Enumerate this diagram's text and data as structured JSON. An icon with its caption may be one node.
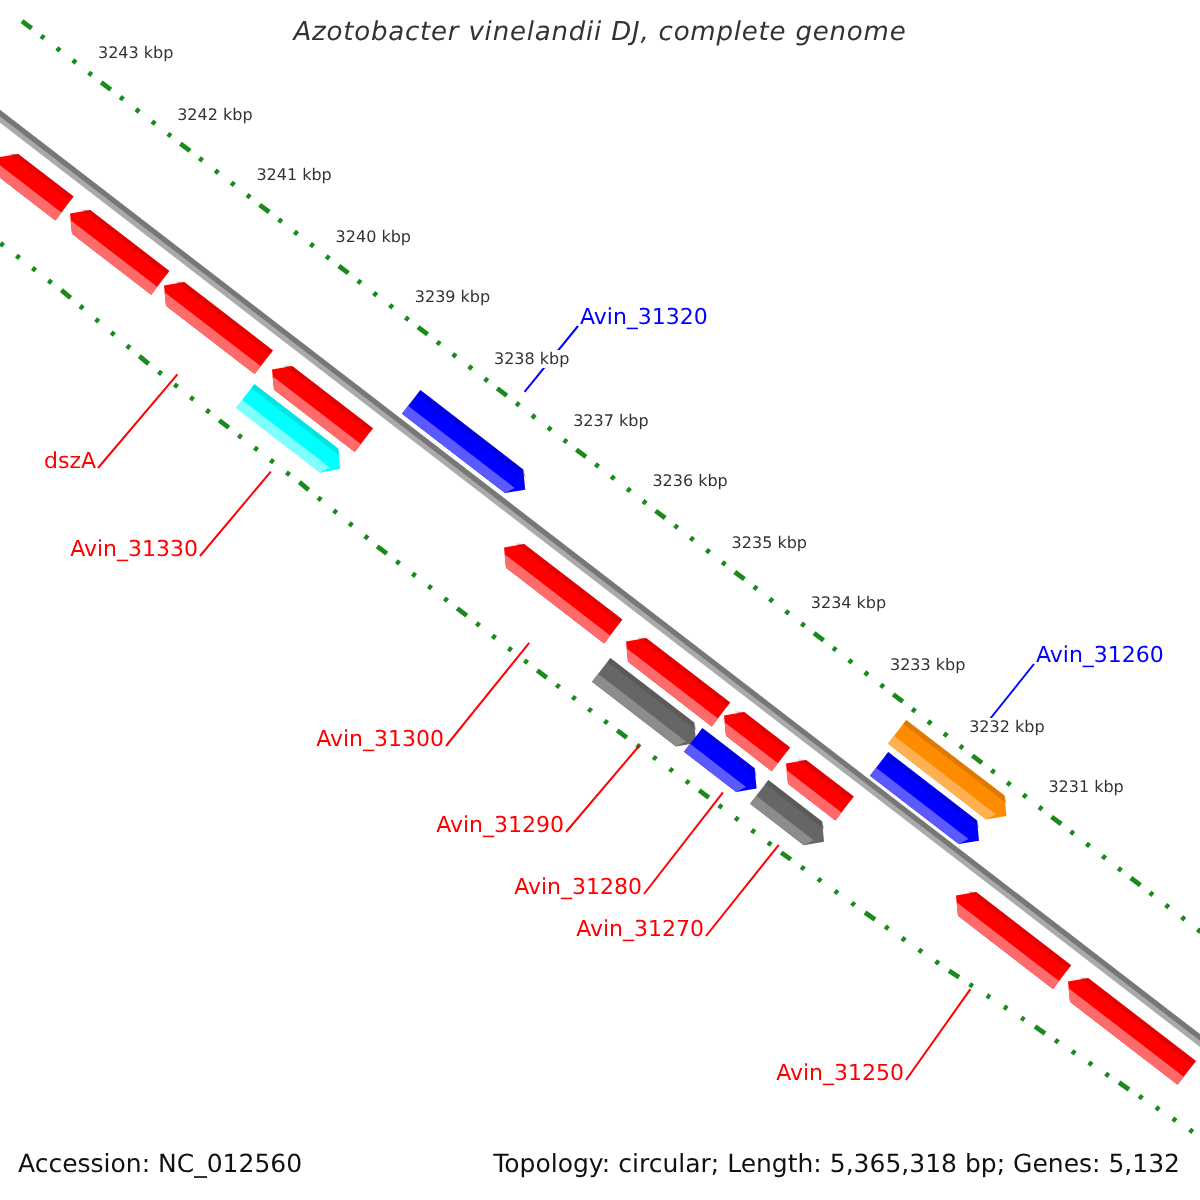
{
  "diagram": {
    "title": "Azotobacter vinelandii DJ, complete genome",
    "nodes": [
      {
        "text": [],
        "shape": "bar"
      },
      {
        "text": [],
        "shape": "bar"
      },
      {
        "text": [],
        "shape": "bar"
      },
      {
        "text": [],
        "shape": "bar"
      },
      {
        "text": [],
        "shape": "bar"
      },
      {
        "text": [],
        "shape": "bar"
      },
      {
        "text": [],
        "shape": "bar"
      },
      {
        "text": [],
        "shape": "bar"
      },
      {
        "text": [],
        "shape": "bar"
      },
      {
        "text": [],
        "shape": "bar"
      },
      {
        "text": [],
        "shape": "bar"
      },
      {
        "text": [],
        "shape": "bar"
      },
      {
        "text": [],
        "shape": "bar"
      },
      {
        "text": [],
        "shape": "bar"
      },
      {
        "text": [],
        "shape": "bar"
      },
      {
        "text": [],
        "shape": "bar"
      },
      {
        "text": [],
        "shape": "bar"
      },
      {
        "text": [
          "Avin_31320"
        ]
      },
      {
        "text": [
          "dszA"
        ]
      },
      {
        "text": [
          "Avin_31330"
        ]
      },
      {
        "text": [
          "Avin_31260"
        ]
      },
      {
        "text": [
          "Avin_31300"
        ]
      },
      {
        "text": [
          "Avin_31290"
        ]
      },
      {
        "text": [
          "Avin_31280"
        ]
      },
      {
        "text": [
          "Avin_31270"
        ]
      },
      {
        "text": [
          "Avin_31250"
        ]
      }
    ],
    "edges": [
      {
        "from": 17,
        "to": 5,
        "arrow": "none",
        "color": "#0000ff"
      },
      {
        "from": 18,
        "to": 2,
        "arrow": "none"
      },
      {
        "from": 19,
        "to": 3,
        "arrow": "none"
      },
      {
        "from": 20,
        "to": 14,
        "arrow": "none",
        "color": "#0000ff"
      },
      {
        "from": 21,
        "to": 6,
        "arrow": "none"
      },
      {
        "from": 22,
        "to": 7,
        "arrow": "none"
      },
      {
        "from": 23,
        "to": 9,
        "arrow": "none"
      },
      {
        "from": 24,
        "to": 11,
        "arrow": "none"
      },
      {
        "from": 25,
        "to": 15,
        "arrow": "none"
      }
    ],
    "labels": [
      "3243 kbp",
      "3242 kbp",
      "3241 kbp",
      "3240 kbp",
      "3239 kbp",
      "3238 kbp",
      "3237 kbp",
      "3236 kbp",
      "3235 kbp",
      "3234 kbp",
      "3233 kbp",
      "3232 kbp",
      "3231 kbp",
      "Accession: NC_012560",
      "Topology: circular; Length: 5,365,318 bp; Genes: 5,132"
    ]
  }
}
